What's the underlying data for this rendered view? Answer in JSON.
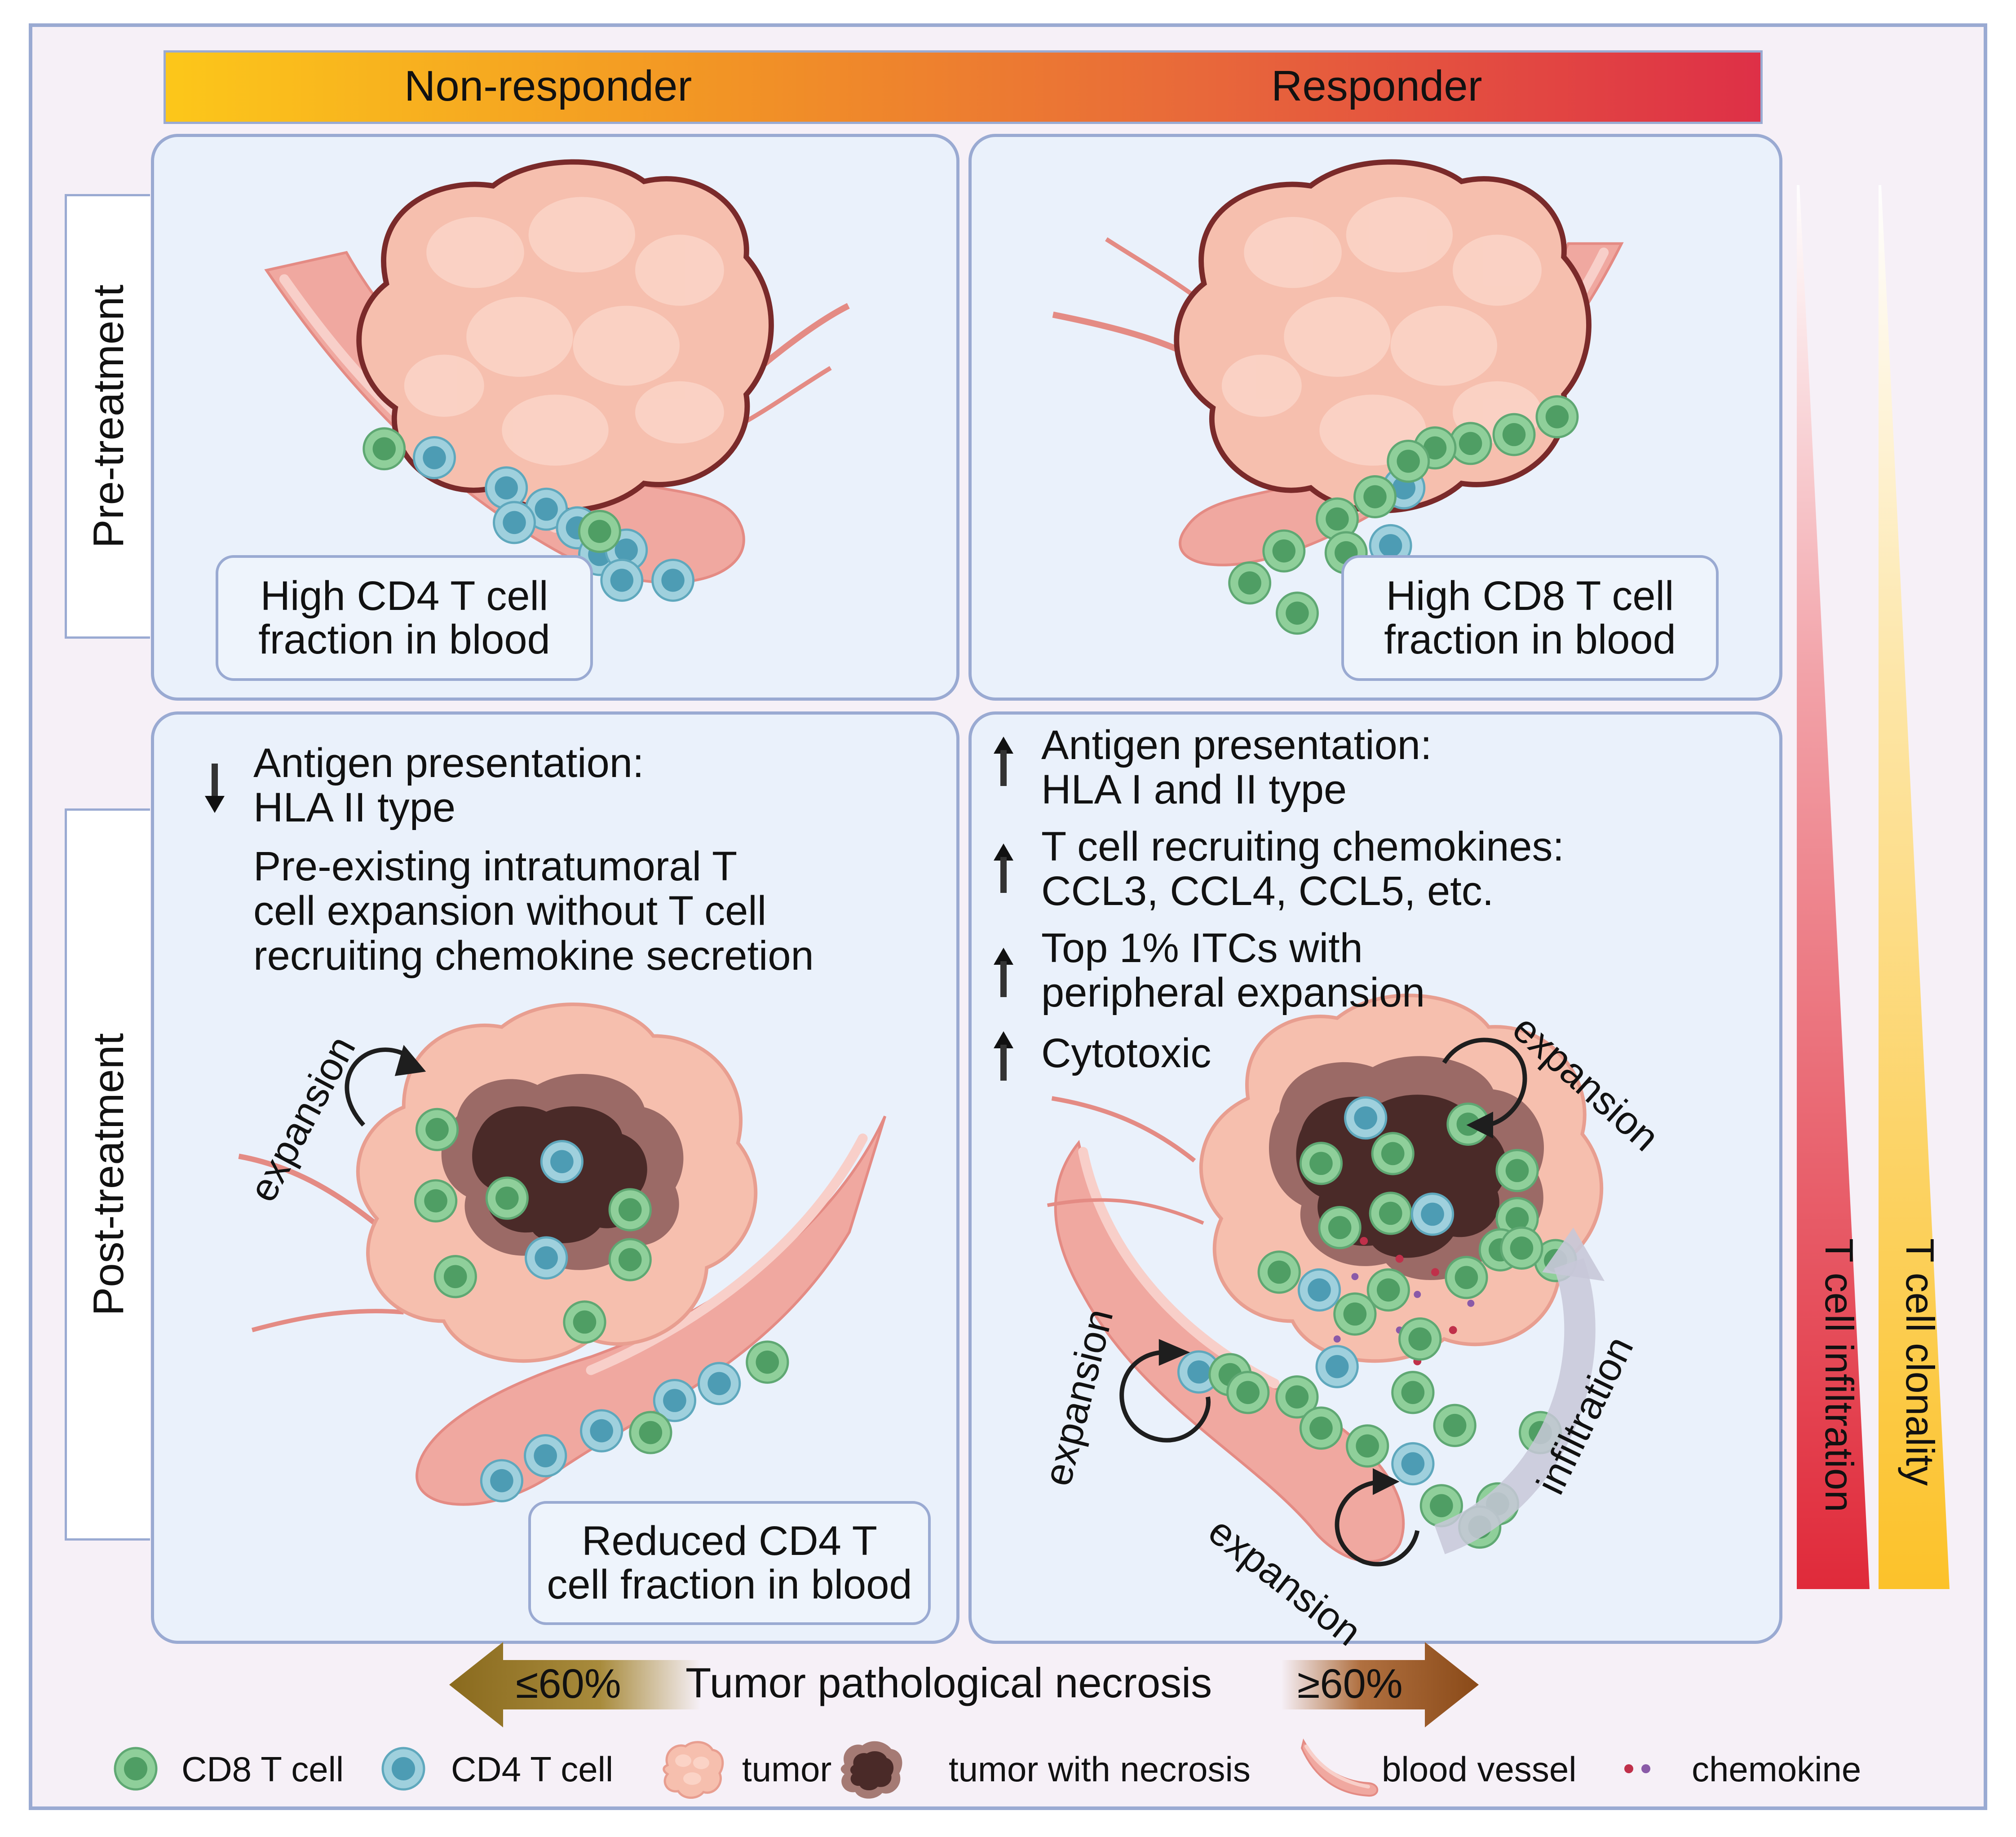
{
  "header": {
    "left": "Non-responder",
    "right": "Responder"
  },
  "rows": {
    "pre": "Pre-treatment",
    "post": "Post-treatment"
  },
  "panels": {
    "pre_nonresponder": {
      "box": "High CD4 T cell\nfraction in blood"
    },
    "pre_responder": {
      "box": "High CD8 T cell\nfraction in blood"
    },
    "post_nonresponder": {
      "item1": "Antigen presentation:\nHLA II type",
      "item2": "Pre-existing intratumoral T\ncell expansion without T cell\nrecruiting chemokine secretion",
      "box": "Reduced CD4 T\ncell fraction in blood",
      "loop_label": "expansion"
    },
    "post_responder": {
      "item1": "Antigen presentation:\nHLA I and II type",
      "item2": "T cell recruiting chemokines:\nCCL3, CCL4, CCL5, etc.",
      "item3": "Top 1% ITCs with\nperipheral expansion",
      "item4": "Cytotoxic",
      "loop_label_1": "expansion",
      "loop_label_2": "expansion",
      "loop_label_3": "expansion",
      "infiltration_label": "infiltration"
    }
  },
  "side_bars": {
    "infiltration": "T cell infiltration",
    "clonality": "T cell clonality"
  },
  "necrosis": {
    "title": "Tumor pathological necrosis",
    "left": "≤60%",
    "right": "≥60%"
  },
  "legend": {
    "cd8": "CD8 T cell",
    "cd4": "CD4 T cell",
    "tumor": "tumor",
    "necrosis": "tumor with necrosis",
    "vessel": "blood vessel",
    "chemokine": "chemokine"
  },
  "colors": {
    "cd8_fill": "#8fcf9a",
    "cd8_core": "#4f9e64",
    "cd4_fill": "#9fd0dd",
    "cd4_core": "#4d9cb4",
    "tumor": "#f6bfae",
    "tumor_outline": "#7a2a2a",
    "vessel": "#f0a8a0",
    "necrosis": "#4a2a28",
    "header_start": "#fcc21a",
    "header_end": "#df3346"
  }
}
